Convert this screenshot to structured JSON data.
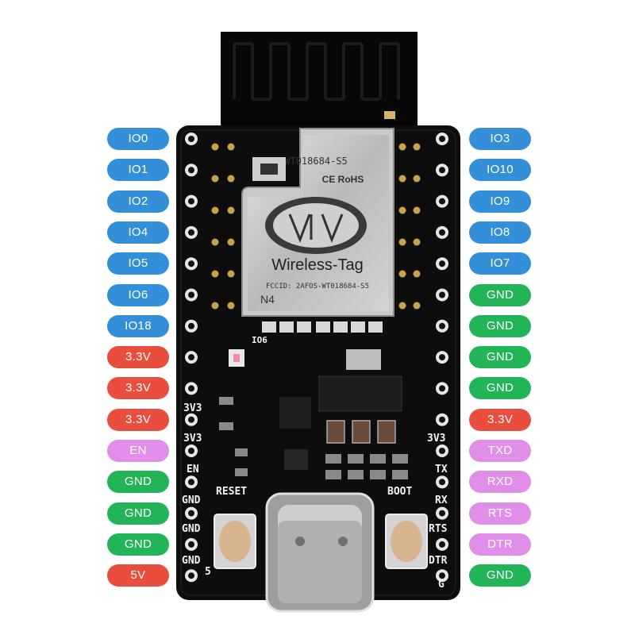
{
  "colors": {
    "io": "#3390d8",
    "power": "#e84d3d",
    "gnd": "#22b557",
    "control": "#e08ee8",
    "board": "#0d0d0d"
  },
  "left_pins": [
    {
      "label": "IO0",
      "kind": "io"
    },
    {
      "label": "IO1",
      "kind": "io"
    },
    {
      "label": "IO2",
      "kind": "io"
    },
    {
      "label": "IO4",
      "kind": "io"
    },
    {
      "label": "IO5",
      "kind": "io"
    },
    {
      "label": "IO6",
      "kind": "io"
    },
    {
      "label": "IO18",
      "kind": "io"
    },
    {
      "label": "3.3V",
      "kind": "power"
    },
    {
      "label": "3.3V",
      "kind": "power"
    },
    {
      "label": "3.3V",
      "kind": "power"
    },
    {
      "label": "EN",
      "kind": "control"
    },
    {
      "label": "GND",
      "kind": "gnd"
    },
    {
      "label": "GND",
      "kind": "gnd"
    },
    {
      "label": "GND",
      "kind": "gnd"
    },
    {
      "label": "5V",
      "kind": "power"
    }
  ],
  "right_pins": [
    {
      "label": "IO3",
      "kind": "io"
    },
    {
      "label": "IO10",
      "kind": "io"
    },
    {
      "label": "IO9",
      "kind": "io"
    },
    {
      "label": "IO8",
      "kind": "io"
    },
    {
      "label": "IO7",
      "kind": "io"
    },
    {
      "label": "GND",
      "kind": "gnd"
    },
    {
      "label": "GND",
      "kind": "gnd"
    },
    {
      "label": "GND",
      "kind": "gnd"
    },
    {
      "label": "GND",
      "kind": "gnd"
    },
    {
      "label": "3.3V",
      "kind": "power"
    },
    {
      "label": "TXD",
      "kind": "control"
    },
    {
      "label": "RXD",
      "kind": "control"
    },
    {
      "label": "RTS",
      "kind": "control"
    },
    {
      "label": "DTR",
      "kind": "control"
    },
    {
      "label": "GND",
      "kind": "gnd"
    }
  ],
  "module": {
    "model": "WT018684-S5",
    "certs": "CE RoHS",
    "brand": "Wireless-Tag",
    "fccid": "FCCID: 2AFOS-WT018684-S5",
    "variant": "N4"
  },
  "silkscreen": {
    "io6": "IO6",
    "left": [
      "3V3",
      "3V3",
      "EN",
      "GND",
      "GND",
      "GND",
      "5"
    ],
    "right": [
      "3V3",
      "TX",
      "RX",
      "RTS",
      "DTR",
      "G"
    ],
    "reset": "RESET",
    "boot": "BOOT"
  }
}
